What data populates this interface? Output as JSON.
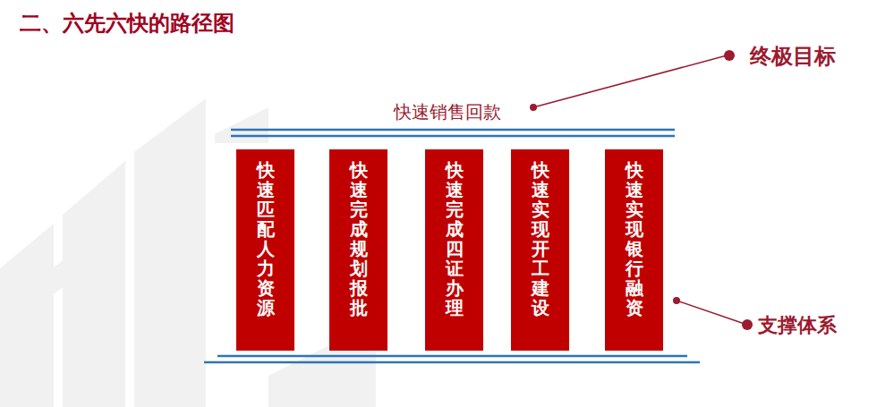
{
  "diagram": {
    "title": "二、六先六快的路径图",
    "nodes": [
      {
        "text": [
          "快速匹配人力资源"
        ]
      },
      {
        "text": [
          "快速完成规划报批"
        ]
      },
      {
        "text": [
          "快速完成四证办理"
        ]
      },
      {
        "text": [
          "快速实现开工建设"
        ]
      },
      {
        "text": [
          "快速实现银行融资"
        ]
      }
    ],
    "labels": [
      "快速销售回款",
      "终极目标",
      "支撑体系"
    ]
  }
}
